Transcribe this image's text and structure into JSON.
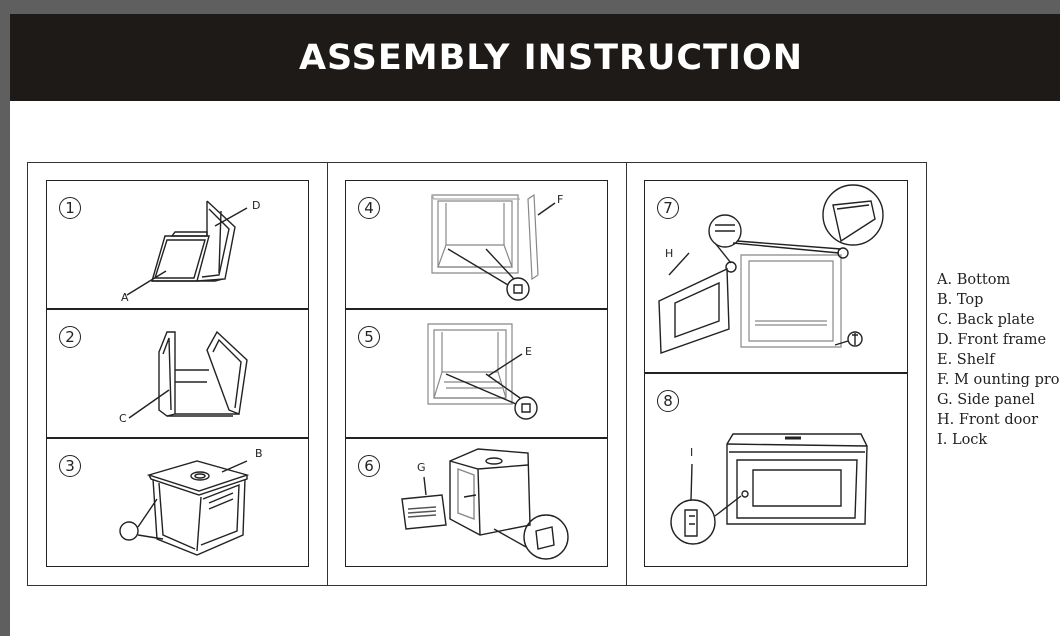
{
  "title": "ASSEMBLY INSTRUCTION",
  "steps": [
    {
      "num": "1",
      "labels": [
        "D",
        "A"
      ]
    },
    {
      "num": "2",
      "labels": [
        "C"
      ]
    },
    {
      "num": "3",
      "labels": [
        "B"
      ]
    },
    {
      "num": "4",
      "labels": [
        "F"
      ]
    },
    {
      "num": "5",
      "labels": [
        "E"
      ]
    },
    {
      "num": "6",
      "labels": [
        "G"
      ]
    },
    {
      "num": "7",
      "labels": [
        "H"
      ]
    },
    {
      "num": "8",
      "labels": [
        "I"
      ]
    }
  ],
  "legend": [
    "A.  Bottom",
    "B.  Top",
    "C.  Back plate",
    "D.  Front frame",
    "E.  Shelf",
    "F.  M ounting profile",
    "G.  Side panel",
    "H.  Front door",
    "I.  Lock"
  ]
}
